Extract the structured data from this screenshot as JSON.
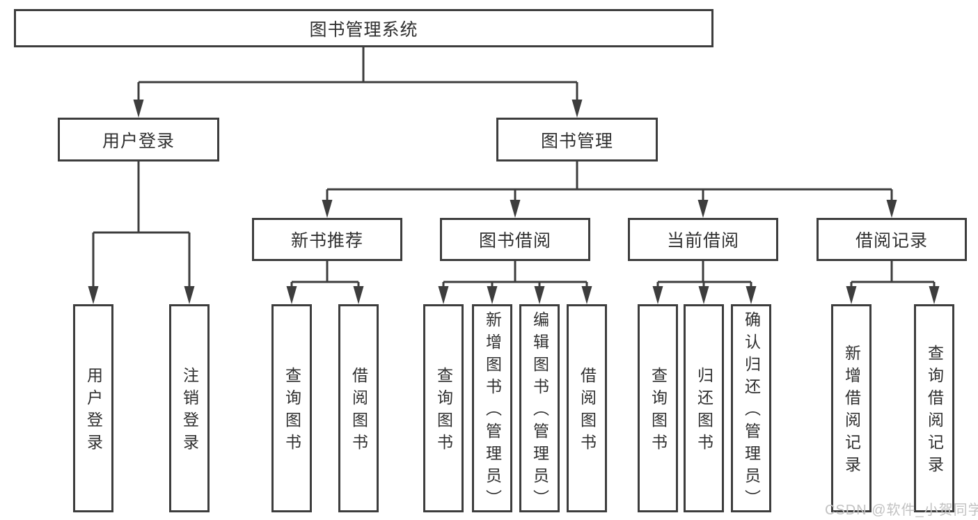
{
  "colors": {
    "line": "#3d3d3d",
    "text": "#2f2f2f",
    "box_background": "#ffffff",
    "page_background": "#ffffff",
    "watermark": "#c2c2c2"
  },
  "tree": {
    "root": {
      "label": "图书管理系统"
    },
    "branches": [
      {
        "label": "用户登录",
        "leaves": [
          {
            "label": "用户登录"
          },
          {
            "label": "注销登录"
          }
        ]
      },
      {
        "label": "图书管理",
        "groups": [
          {
            "label": "新书推荐",
            "leaves": [
              {
                "label": "查询图书"
              },
              {
                "label": "借阅图书"
              }
            ]
          },
          {
            "label": "图书借阅",
            "leaves": [
              {
                "label": "查询图书"
              },
              {
                "label": "新增图书（管理员）"
              },
              {
                "label": "编辑图书（管理员）"
              },
              {
                "label": "借阅图书"
              }
            ]
          },
          {
            "label": "当前借阅",
            "leaves": [
              {
                "label": "查询图书"
              },
              {
                "label": "归还图书"
              },
              {
                "label": "确认归还（管理员）"
              }
            ]
          },
          {
            "label": "借阅记录",
            "leaves": [
              {
                "label": "新增借阅记录"
              },
              {
                "label": "查询借阅记录"
              }
            ]
          }
        ]
      }
    ]
  },
  "watermark": {
    "text": "CSDN @软件_小贺同学"
  }
}
